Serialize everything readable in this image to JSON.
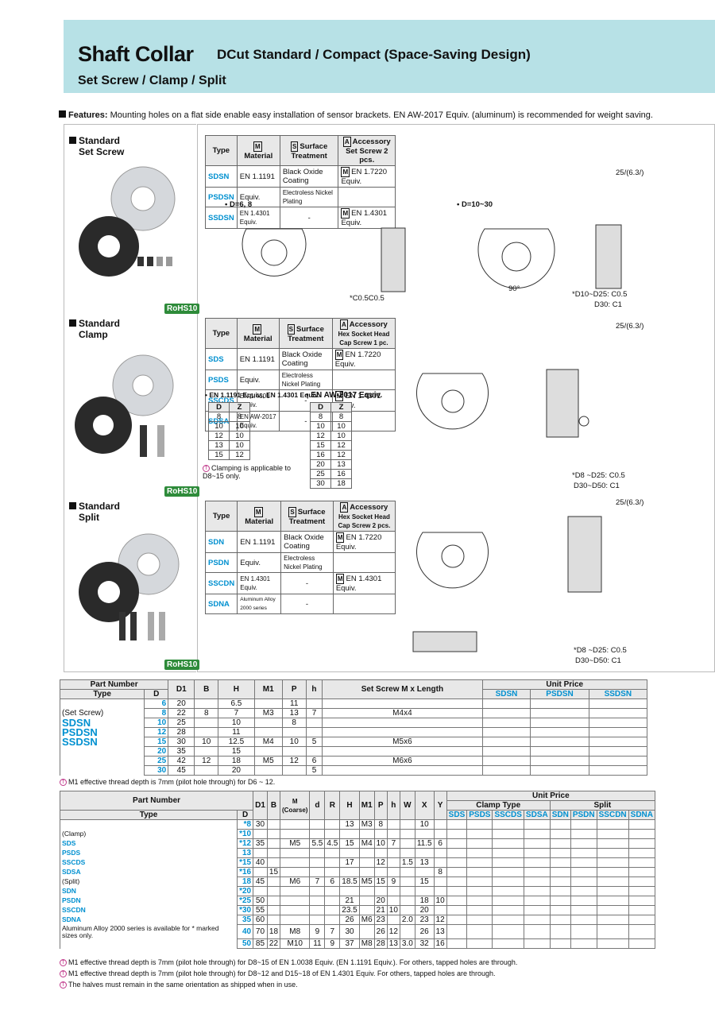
{
  "header": {
    "title": "Shaft Collar",
    "subtitle": "DCut Standard / Compact (Space-Saving Design)",
    "subtitle2": "Set Screw / Clamp / Split"
  },
  "features": {
    "label": "Features:",
    "text": " Mounting holes on a flat side enable easy installation of sensor brackets. EN AW-2017 Equiv. (aluminum) is recommended for weight saving."
  },
  "sections": [
    {
      "name": "Standard",
      "name2": "Set Screw",
      "rohs": "RoHS10"
    },
    {
      "name": "Standard",
      "name2": "Clamp",
      "rohs": "RoHS10"
    },
    {
      "name": "Standard",
      "name2": "Split",
      "rohs": "RoHS10"
    }
  ],
  "spec_headers": {
    "type": "Type",
    "material": "Material",
    "surface": "Surface Treatment",
    "accessory": "Accessory",
    "m": "M",
    "s": "S",
    "a": "A"
  },
  "spec1": {
    "acc_sub": "Set Screw 2 pcs.",
    "rows": [
      {
        "type": "SDSN",
        "material": "EN 1.1191",
        "surface": "Black Oxide Coating",
        "acc": "EN 1.7220 Equiv."
      },
      {
        "type": "PSDSN",
        "material": "Equiv.",
        "surface": "Electroless Nickel Plating",
        "acc": ""
      },
      {
        "type": "SSDSN",
        "material": "EN 1.4301 Equiv.",
        "surface": "-",
        "acc": "EN 1.4301 Equiv."
      }
    ]
  },
  "spec2": {
    "acc_sub": "Hex Socket Head Cap Screw 1 pc.",
    "rows": [
      {
        "type": "SDS",
        "material": "EN 1.1191",
        "surface": "Black Oxide Coating",
        "acc": "EN 1.7220 Equiv."
      },
      {
        "type": "PSDS",
        "material": "Equiv.",
        "surface": "Electroless Nickel Plating",
        "acc": ""
      },
      {
        "type": "SSCDS",
        "material": "EN 1.4301 Equiv.",
        "surface": "-",
        "acc": "EN 1.4301 Equiv."
      },
      {
        "type": "SDSA",
        "material": "EN AW-2017 Equiv.",
        "surface": "-",
        "acc": ""
      }
    ]
  },
  "spec3": {
    "acc_sub": "Hex Socket Head Cap Screw 2 pcs.",
    "rows": [
      {
        "type": "SDN",
        "material": "EN 1.1191",
        "surface": "Black Oxide Coating",
        "acc": "EN 1.7220 Equiv."
      },
      {
        "type": "PSDN",
        "material": "Equiv.",
        "surface": "Electroless Nickel Plating",
        "acc": ""
      },
      {
        "type": "SSCDN",
        "material": "EN 1.4301 Equiv.",
        "surface": "-",
        "acc": "EN 1.4301 Equiv."
      },
      {
        "type": "SDNA",
        "material": "Aluminum Alloy 2000 series",
        "surface": "-",
        "acc": ""
      }
    ]
  },
  "dz1": {
    "title": "• EN 1.1191 Equiv., EN 1.4301 Equiv.",
    "rows": [
      [
        "8",
        "8"
      ],
      [
        "10",
        "10"
      ],
      [
        "12",
        "10"
      ],
      [
        "13",
        "10"
      ],
      [
        "15",
        "12"
      ]
    ]
  },
  "dz2": {
    "title": "• EN AW-2017 Equiv.",
    "rows": [
      [
        "8",
        "8"
      ],
      [
        "10",
        "10"
      ],
      [
        "12",
        "10"
      ],
      [
        "15",
        "12"
      ],
      [
        "16",
        "12"
      ],
      [
        "20",
        "13"
      ],
      [
        "25",
        "16"
      ],
      [
        "30",
        "18"
      ]
    ]
  },
  "dz_head": {
    "d": "D",
    "z": "Z"
  },
  "clamp_note": "Clamping is applicable to D8~15 only.",
  "diag_labels": {
    "d68": "• D=6, 8",
    "d1030": "• D=10~30",
    "c05": "*C0.5C0.5",
    "chamfer1": "*D10~D25: C0.5",
    "chamfer2": "D30: C1",
    "chamfer3": "*D8 ~D25: C0.5",
    "chamfer4": "D30~D50: C1",
    "rough": "25/(6.3/)",
    "angle": "90°"
  },
  "table1": {
    "hdr": {
      "part": "Part Number",
      "type": "Type",
      "d": "D",
      "d1": "D1",
      "b": "B",
      "h": "H",
      "m1": "M1",
      "p": "P",
      "hh": "h",
      "ss": "Set Screw M x Length",
      "price": "Unit Price",
      "c1": "SDSN",
      "c2": "PSDSN",
      "c3": "SSDSN"
    },
    "type_label": "(Set Screw)",
    "types": [
      "SDSN",
      "PSDSN",
      "SSDSN"
    ],
    "rows": [
      [
        "6",
        "20",
        "",
        "6.5",
        "",
        "11",
        "",
        ""
      ],
      [
        "8",
        "22",
        "8",
        "7",
        "M3",
        "13",
        "7",
        "M4x4"
      ],
      [
        "10",
        "25",
        "",
        "10",
        "",
        "8",
        "",
        ""
      ],
      [
        "12",
        "28",
        "",
        "11",
        "",
        "",
        "",
        ""
      ],
      [
        "15",
        "30",
        "10",
        "12.5",
        "M4",
        "10",
        "5",
        "M5x6"
      ],
      [
        "20",
        "35",
        "",
        "15",
        "",
        "",
        "",
        ""
      ],
      [
        "25",
        "42",
        "12",
        "18",
        "M5",
        "12",
        "6",
        "M6x6"
      ],
      [
        "30",
        "45",
        "",
        "20",
        "",
        "",
        "5",
        ""
      ]
    ],
    "note": "M1 effective thread depth is 7mm (pilot hole through) for D6 ~ 12."
  },
  "table2": {
    "hdr": {
      "part": "Part Number",
      "type": "Type",
      "d": "D",
      "d1": "D1",
      "b": "B",
      "m": "M (Coarse)",
      "dd": "d",
      "r": "R",
      "h": "H",
      "m1": "M1",
      "p": "P",
      "hh": "h",
      "w": "W",
      "x": "X",
      "y": "Y",
      "price": "Unit Price",
      "clamp": "Clamp Type",
      "split": "Split",
      "c": [
        "SDS",
        "PSDS",
        "SSCDS",
        "SDSA",
        "SDN",
        "PSDN",
        "SSCDN",
        "SDNA"
      ]
    },
    "clamp_label": "(Clamp)",
    "clamp_types": [
      "SDS",
      "PSDS",
      "SSCDS",
      "SDSA"
    ],
    "split_label": "(Split)",
    "split_types": [
      "SDN",
      "PSDN",
      "SSCDN",
      "SDNA"
    ],
    "alu_note": "Aluminum Alloy 2000 series is available for * marked sizes only.",
    "rows": [
      [
        "*8",
        "30",
        "",
        "",
        "",
        "",
        "13",
        "M3",
        "8",
        "",
        "",
        "10",
        ""
      ],
      [
        "*10",
        "",
        "",
        "",
        "",
        "",
        "",
        "",
        "",
        "",
        "",
        "",
        ""
      ],
      [
        "*12",
        "35",
        "",
        "M5",
        "5.5",
        "4.5",
        "15",
        "M4",
        "10",
        "7",
        "",
        "11.5",
        "6"
      ],
      [
        "13",
        "",
        "",
        "",
        "",
        "",
        "",
        "",
        "",
        "",
        "",
        "",
        ""
      ],
      [
        "*15",
        "40",
        "",
        "",
        "",
        "",
        "17",
        "",
        "12",
        "",
        "1.5",
        "13",
        ""
      ],
      [
        "*16",
        "",
        "15",
        "",
        "",
        "",
        "",
        "",
        "",
        "",
        "",
        "",
        "8"
      ],
      [
        "18",
        "45",
        "",
        "M6",
        "7",
        "6",
        "18.5",
        "M5",
        "15",
        "9",
        "",
        "15",
        ""
      ],
      [
        "*20",
        "",
        "",
        "",
        "",
        "",
        "",
        "",
        "",
        "",
        "",
        "",
        ""
      ],
      [
        "*25",
        "50",
        "",
        "",
        "",
        "",
        "21",
        "",
        "20",
        "",
        "",
        "18",
        "10"
      ],
      [
        "*30",
        "55",
        "",
        "",
        "",
        "",
        "23.5",
        "",
        "21",
        "10",
        "",
        "20",
        ""
      ],
      [
        "35",
        "60",
        "",
        "",
        "",
        "",
        "26",
        "M6",
        "23",
        "",
        "2.0",
        "23",
        "12"
      ],
      [
        "40",
        "70",
        "18",
        "M8",
        "9",
        "7",
        "30",
        "",
        "26",
        "12",
        "",
        "26",
        "13"
      ],
      [
        "50",
        "85",
        "22",
        "M10",
        "11",
        "9",
        "37",
        "M8",
        "28",
        "13",
        "3.0",
        "32",
        "16"
      ]
    ],
    "notes": [
      "M1 effective thread depth is 7mm (pilot hole through) for D8~15 of EN 1.0038 Equiv. (EN 1.1191 Equiv.). For others, tapped holes are through.",
      "M1 effective thread depth is 7mm (pilot hole through) for D8~12 and D15~18 of EN 1.4301 Equiv. For others, tapped holes are through.",
      "The halves must remain in the same orientation as shipped when in use."
    ]
  }
}
